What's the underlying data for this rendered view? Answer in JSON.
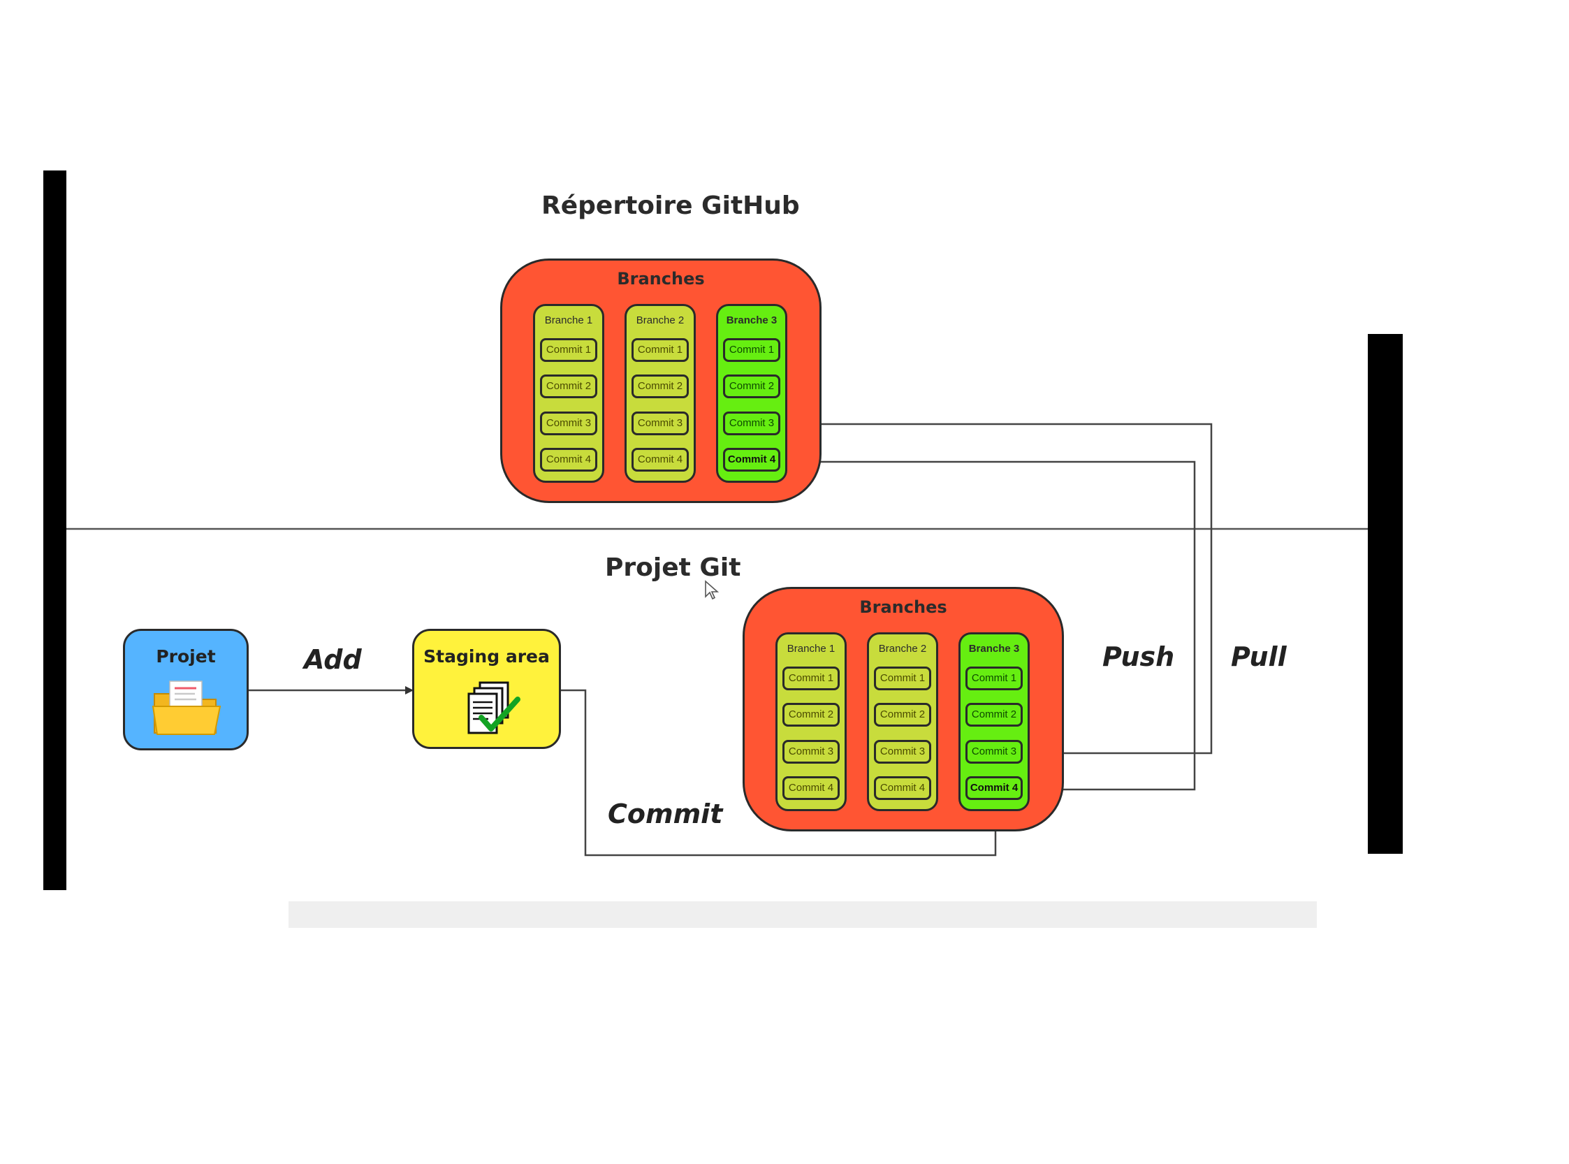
{
  "colors": {
    "repo_fill": "#ff5533",
    "branch_fill": "#c8dc3c",
    "active_branch_fill": "#66ee11",
    "projet_fill": "#55b4ff",
    "staging_fill": "#fff23c",
    "outline": "#2a2a2a"
  },
  "remote": {
    "title": "Répertoire GitHub",
    "branches_label": "Branches",
    "branches": [
      {
        "label": "Branche 1",
        "commits": [
          "Commit 1",
          "Commit 2",
          "Commit 3",
          "Commit 4"
        ]
      },
      {
        "label": "Branche 2",
        "commits": [
          "Commit 1",
          "Commit 2",
          "Commit 3",
          "Commit 4"
        ]
      },
      {
        "label": "Branche 3",
        "commits": [
          "Commit 1",
          "Commit 2",
          "Commit 3",
          "Commit 4"
        ]
      }
    ]
  },
  "local": {
    "title": "Projet Git",
    "branches_label": "Branches",
    "branches": [
      {
        "label": "Branche 1",
        "commits": [
          "Commit 1",
          "Commit 2",
          "Commit 3",
          "Commit 4"
        ]
      },
      {
        "label": "Branche 2",
        "commits": [
          "Commit 1",
          "Commit 2",
          "Commit 3",
          "Commit 4"
        ]
      },
      {
        "label": "Branche 3",
        "commits": [
          "Commit 1",
          "Commit 2",
          "Commit 3",
          "Commit 4"
        ]
      }
    ]
  },
  "nodes": {
    "projet": {
      "label": "Projet",
      "icon": "folder-icon"
    },
    "staging": {
      "label": "Staging area",
      "icon": "documents-check-icon"
    }
  },
  "edges": {
    "add": "Add",
    "commit": "Commit",
    "push": "Push",
    "pull": "Pull"
  }
}
